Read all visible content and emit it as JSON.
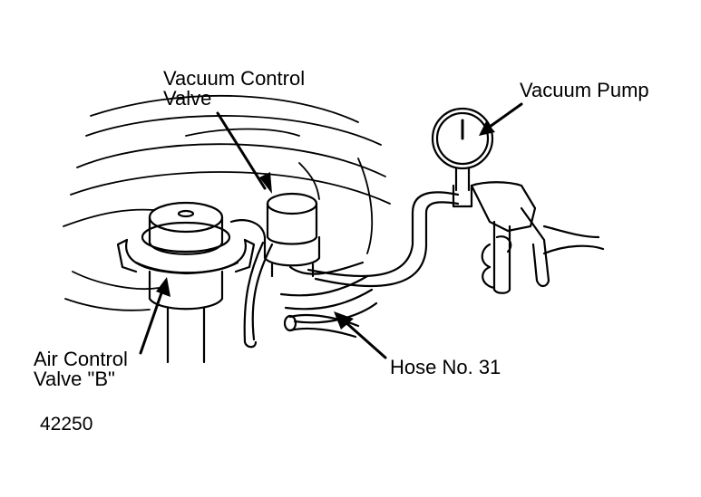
{
  "labels": {
    "vacuum_control_valve": [
      "Vacuum Control",
      "Valve"
    ],
    "vacuum_pump": "Vacuum Pump",
    "air_control_valve_b": [
      "Air Control",
      "Valve \"B\""
    ],
    "hose_no_31": "Hose No. 31",
    "figure_number": "42250"
  },
  "colors": {
    "ink": "#000000",
    "paper": "#ffffff"
  }
}
